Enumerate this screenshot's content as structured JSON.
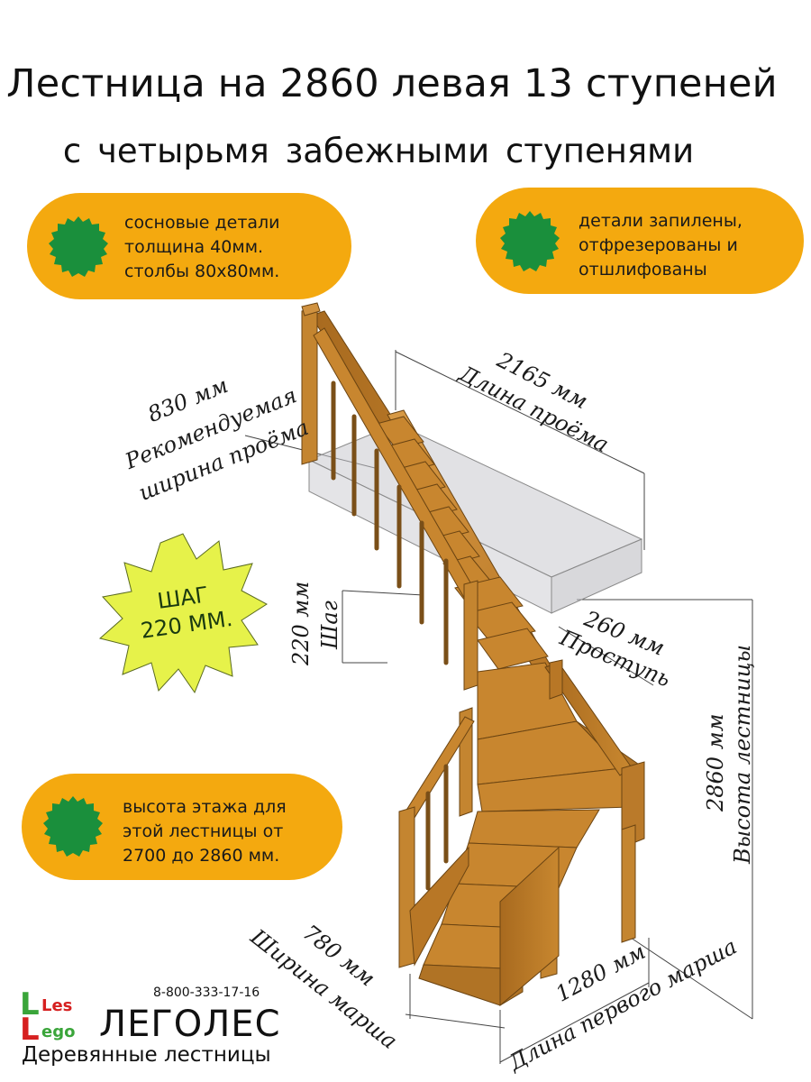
{
  "title": "Лестница на 2860 левая 13 ступеней",
  "subtitle": "с  четырьмя  забежными ступенями",
  "badges": {
    "top_left": [
      "сосновые детали",
      "толщина 40мм.",
      "столбы 80х80мм."
    ],
    "top_right": [
      "детали запилены,",
      "отфрезерованы и",
      "отшлифованы"
    ],
    "bottom_left": [
      "высота этажа для",
      "этой лестницы от",
      "2700 до 2860 мм."
    ]
  },
  "step_badge": {
    "line1": "ШАГ",
    "line2": "220 ММ."
  },
  "dimensions": {
    "opening_width_value": "830 мм",
    "opening_width_label1": "Рекомендуемая",
    "opening_width_label2": "ширина проёма",
    "opening_length_value": "2165 мм",
    "opening_length_label": "Длина проёма",
    "step_value": "220 мм",
    "step_label": "Шаг",
    "tread_value": "260 мм",
    "tread_label": "Проступь",
    "height_value": "2860 мм",
    "height_label": "Высота лестницы",
    "march_width_value": "780 мм",
    "march_width_label": "Ширина марша",
    "first_march_value": "1280 мм",
    "first_march_label": "Длина первого марша"
  },
  "brand": {
    "phone": "8-800-333-17-16",
    "name": "ЛЕГОЛЕС",
    "slogan": "Деревянные лестницы",
    "logo_top": "Les",
    "logo_bottom": "ego"
  },
  "colors": {
    "badge_orange": "#f4a90f",
    "seal_green": "#1a8f3c",
    "burst_yellow": "#e6f24a",
    "wood": "#c98a34"
  }
}
